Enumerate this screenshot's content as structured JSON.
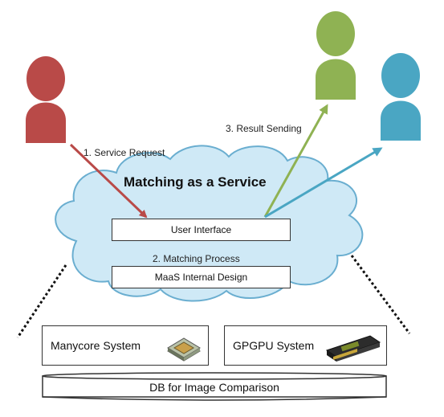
{
  "title": "Matching as a Service",
  "steps": {
    "request": "1. Service Request",
    "result": "3. Result Sending",
    "matching": "2. Matching Process"
  },
  "boxes": {
    "user_interface": "User Interface",
    "internal_design": "MaaS Internal Design"
  },
  "systems": {
    "manycore": "Manycore System",
    "gpgpu": "GPGPU System"
  },
  "database": "DB for Image Comparison",
  "colors": {
    "requester": "#b94a48",
    "receiver_green": "#8fb253",
    "receiver_blue": "#4aa6c3",
    "cloud_fill": "#cfe9f6",
    "cloud_stroke": "#6aaed0"
  }
}
